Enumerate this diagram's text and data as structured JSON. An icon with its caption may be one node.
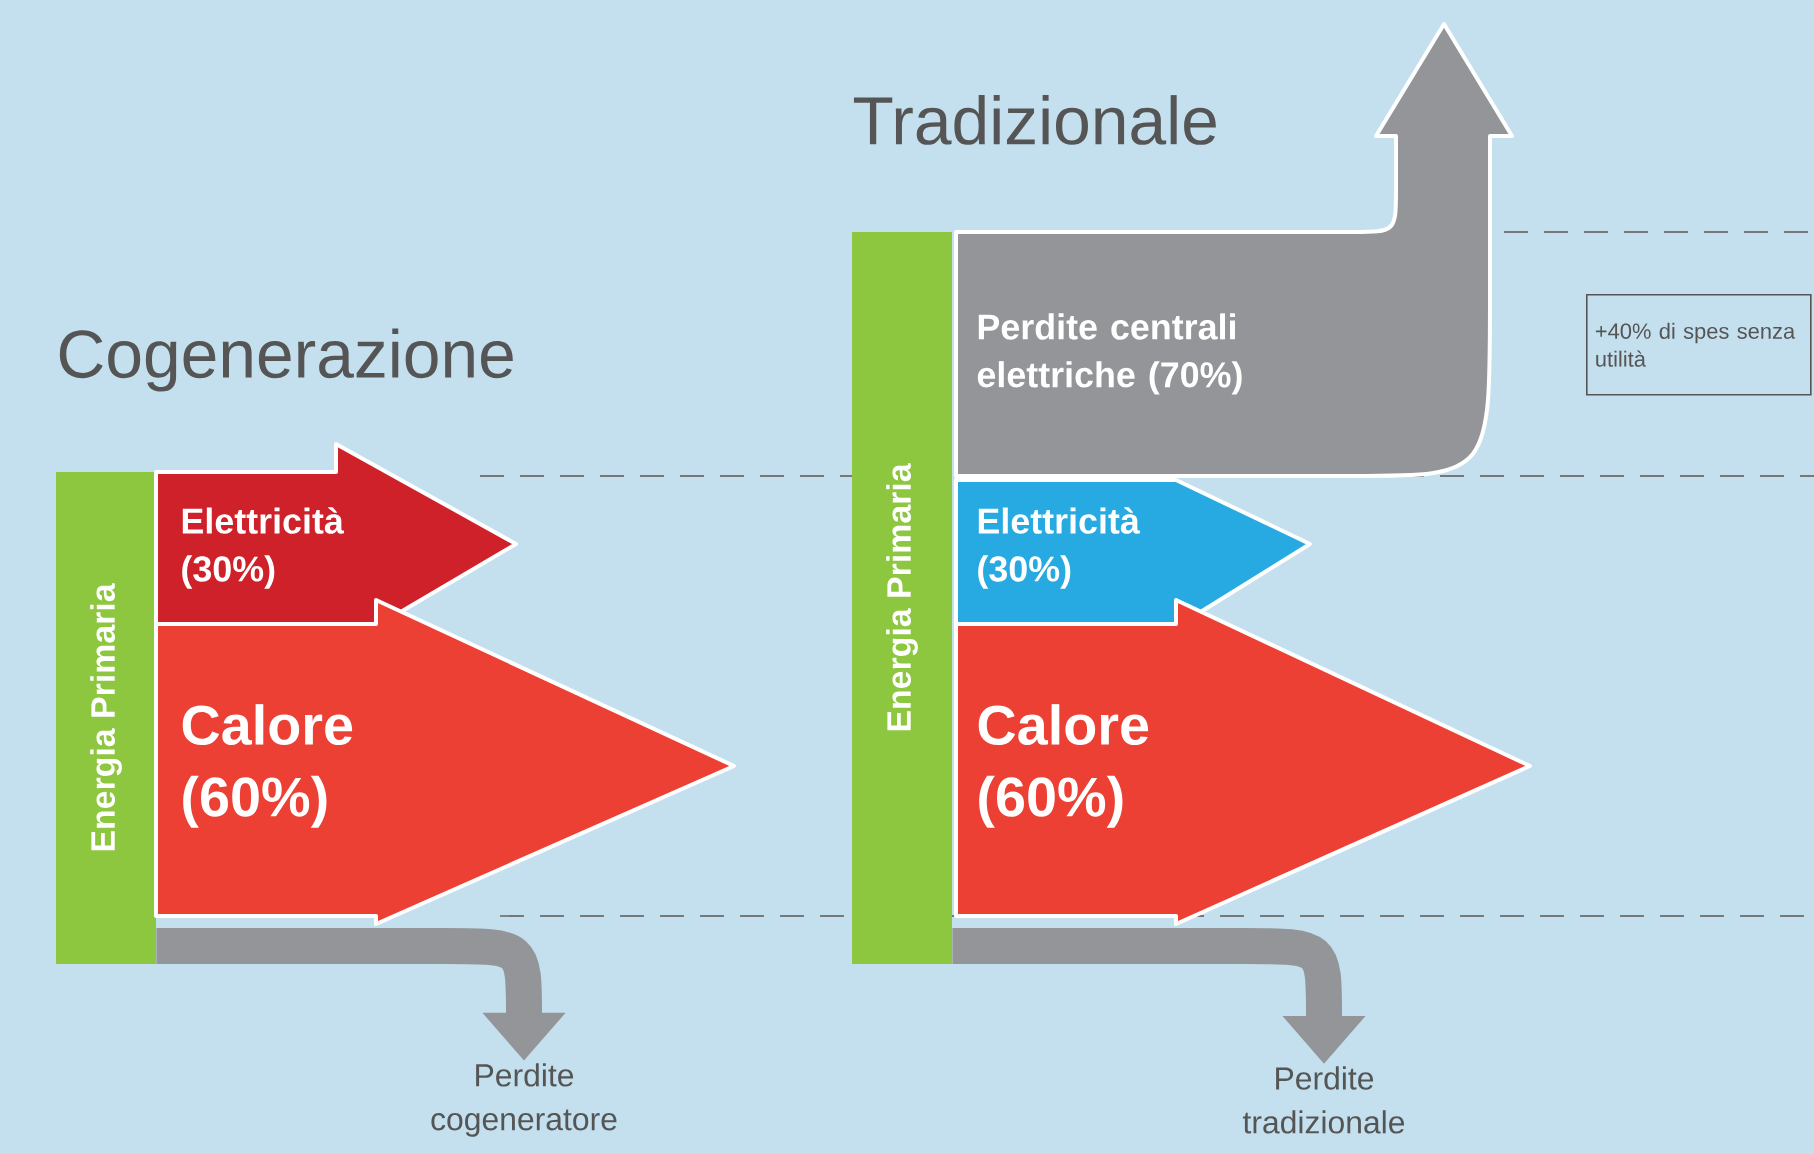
{
  "diagram": {
    "nodes": [
      {
        "text": [
          "Energia Primaria"
        ]
      },
      {
        "text": [
          "Elettricità (30%)"
        ]
      },
      {
        "text": [
          "Calore (60%)"
        ]
      },
      {
        "text": [
          "Perdite cogeneratore"
        ]
      },
      {
        "text": [
          "Energia Primaria"
        ]
      },
      {
        "text": [
          "Perdite centrali elettriche (70%)"
        ]
      },
      {
        "text": [
          "Elettricità (30%)"
        ]
      },
      {
        "text": [
          "Calore (60%)"
        ]
      },
      {
        "text": [
          "Perdite tradizionale"
        ]
      },
      {
        "text": [
          "+40% di spes senza utilità"
        ]
      }
    ],
    "edges": [
      {
        "from": 0,
        "to": 3,
        "arrow": "to"
      },
      {
        "from": 4,
        "to": 8,
        "arrow": "to"
      }
    ],
    "labels": [
      "Cogenerazione",
      "Tradizionale"
    ]
  }
}
